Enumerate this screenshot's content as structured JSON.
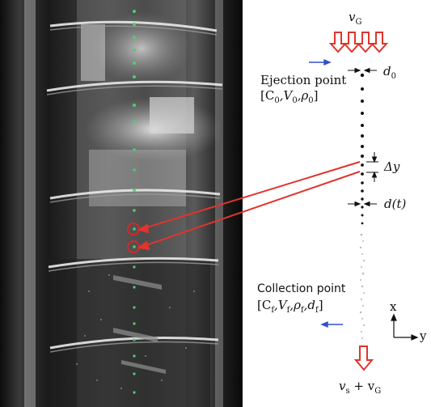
{
  "photo": {
    "description_icon": "photo-tower"
  },
  "labels": {
    "top_velocity": "v",
    "top_velocity_sub": "G",
    "ejection_title": "Ejection point",
    "ejection_vars": "[C",
    "ejection_vars_0a": "0",
    "ejection_vars_b": ",V",
    "ejection_vars_0b": "0",
    "ejection_vars_c": ",ρ",
    "ejection_vars_0c": "0",
    "ejection_vars_end": "]",
    "d0": "d",
    "d0_sub": "0",
    "delta_y": "Δy",
    "dt": "d(t)",
    "collection_title": "Collection point",
    "coll_a": "[C",
    "coll_a_sub": "f",
    "coll_b": ",V",
    "coll_b_sub": "f",
    "coll_c": ",ρ",
    "coll_c_sub": "f",
    "coll_d": ",d",
    "coll_d_sub": "f",
    "coll_end": "]",
    "axis_x": "x",
    "axis_y": "y",
    "bottom_vs": "v",
    "bottom_vs_sub": "s",
    "bottom_plus": " + v",
    "bottom_g_sub": "G"
  },
  "colors": {
    "red_arrow": "#e0342d",
    "blue_arrow": "#3250c8",
    "highlight_circle": "#d8262a",
    "droplet_green": "#4ad074"
  }
}
